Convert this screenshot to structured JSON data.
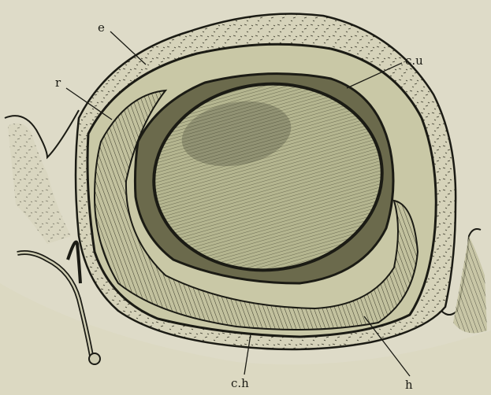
{
  "figure": {
    "labels": {
      "e": "e",
      "r": "r",
      "cu": "c.u",
      "ch": "c.h",
      "h": "h"
    }
  },
  "colors": {
    "paper": "#dedbc8",
    "ink": "#1b1b14",
    "lens_fill": "#b8b892",
    "tissue_fill": "#d3d1b5"
  }
}
